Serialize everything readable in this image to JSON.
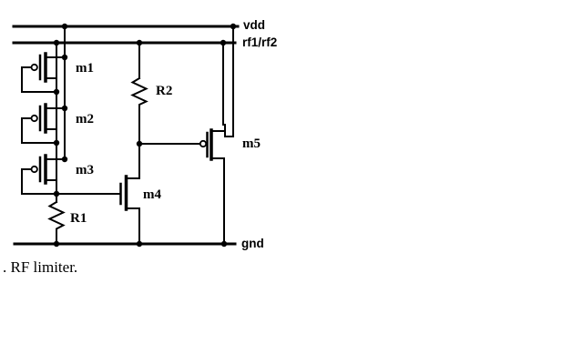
{
  "diagram": {
    "type": "circuit-schematic",
    "background_color": "#ffffff",
    "ink_color": "#000000",
    "caption": ". RF limiter.",
    "labels": {
      "vdd": "vdd",
      "rf": "rf1/rf2",
      "gnd": "gnd",
      "m1": "m1",
      "m2": "m2",
      "m3": "m3",
      "m4": "m4",
      "m5": "m5",
      "r1": "R1",
      "r2": "R2"
    },
    "components": [
      {
        "id": "m1",
        "label": "m1",
        "kind": "pmos-diode-connected"
      },
      {
        "id": "m2",
        "label": "m2",
        "kind": "pmos-diode-connected"
      },
      {
        "id": "m3",
        "label": "m3",
        "kind": "pmos-diode-connected"
      },
      {
        "id": "m4",
        "label": "m4",
        "kind": "nmos"
      },
      {
        "id": "m5",
        "label": "m5",
        "kind": "pmos-shunt"
      },
      {
        "id": "R1",
        "label": "R1",
        "kind": "resistor"
      },
      {
        "id": "R2",
        "label": "R2",
        "kind": "resistor"
      }
    ],
    "rails": [
      {
        "id": "vdd",
        "label": "vdd"
      },
      {
        "id": "rf",
        "label": "rf1/rf2"
      },
      {
        "id": "gnd",
        "label": "gnd"
      }
    ]
  }
}
